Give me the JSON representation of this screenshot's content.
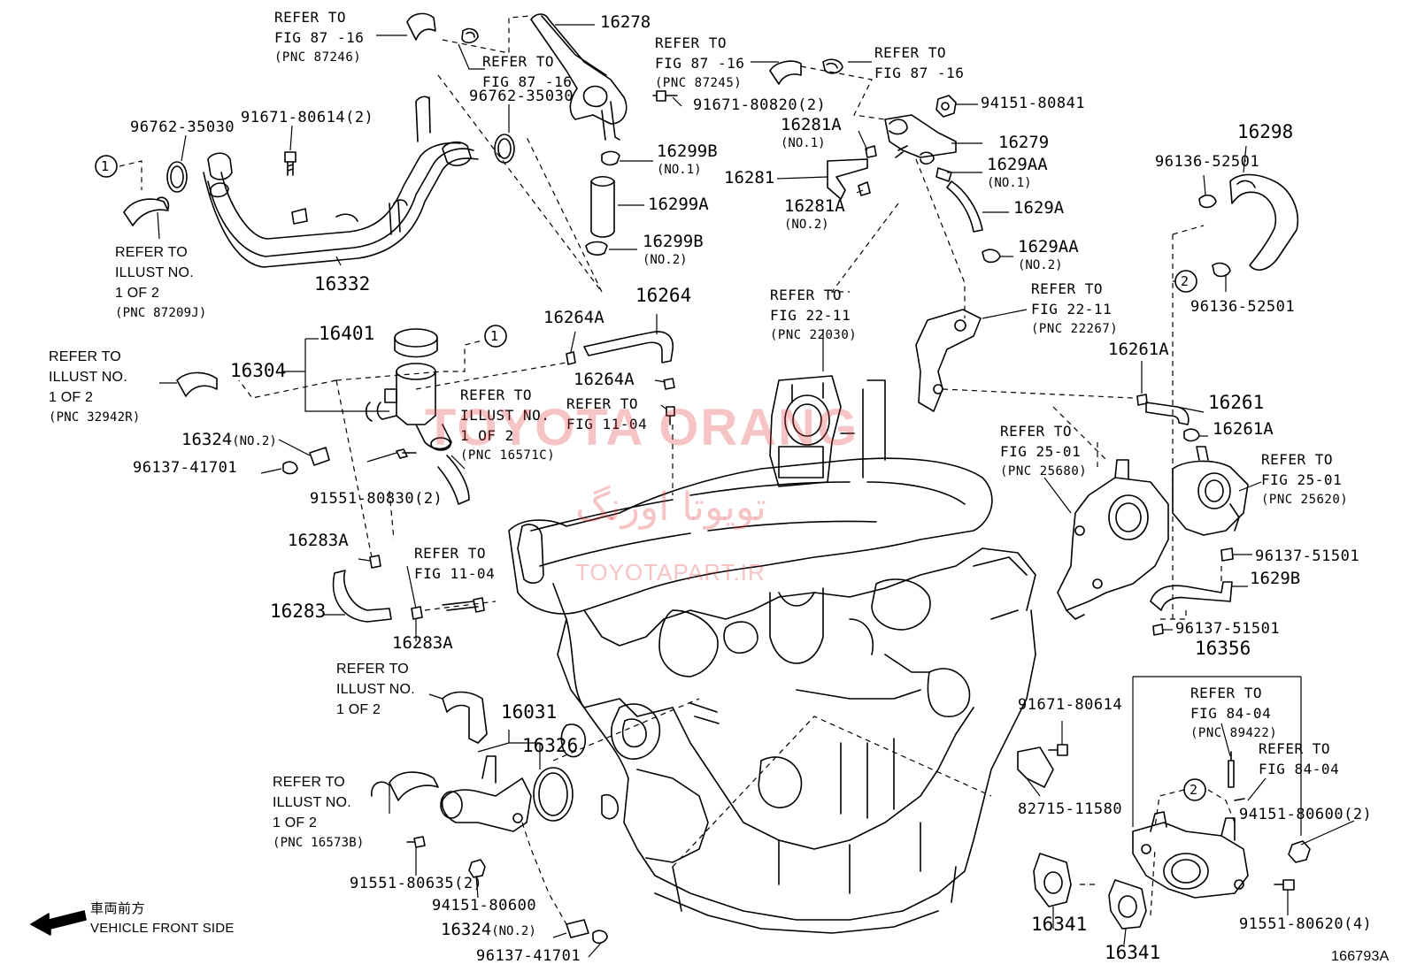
{
  "watermark": {
    "brand": "TOYOTA ORANG",
    "persian": "تویوتا اورنگ",
    "site": "TOYOTAPART.IR"
  },
  "labels": {
    "ref_87_16_pnc87246": [
      "REFER TO",
      "FIG 87 -16",
      "(PNC 87246)"
    ],
    "ref_87_16_a": [
      "REFER TO",
      "FIG 87 -16"
    ],
    "p16278": "16278",
    "p96762_35030_a": "96762-35030",
    "ref_87_16_pnc87245": [
      "REFER TO",
      "FIG 87 -16",
      "(PNC 87245)"
    ],
    "p91671_80820": "91671-80820(2)",
    "ref_87_16_b": [
      "REFER TO",
      "FIG 87 -16"
    ],
    "p94151_80841": "94151-80841",
    "p96762_35030_b": "96762-35030",
    "p91671_80614_2": "91671-80614(2)",
    "p16299B": "16299B",
    "p16299B_no": "(NO.1)",
    "p16299A": "16299A",
    "p16299B2": "16299B",
    "p16299B2_no": "(NO.2)",
    "p16281A_1": "16281A",
    "p16281A_1_no": "(NO.1)",
    "p16279": "16279",
    "p1629AA_1": "1629AA",
    "p1629AA_1_no": "(NO.1)",
    "p16281": "16281",
    "p16281A_2": "16281A",
    "p16281A_2_no": "(NO.2)",
    "p1629A": "1629A",
    "p1629AA_2": "1629AA",
    "p1629AA_2_no": "(NO.2)",
    "p16298": "16298",
    "p96136_52501_a": "96136-52501",
    "p96136_52501_b": "96136-52501",
    "circle_1": "1",
    "circle_2": "2",
    "p16332": "16332",
    "ref_illust_87209J": [
      "REFER TO",
      "ILLUST NO.",
      "1 OF 2",
      "(PNC 87209J)"
    ],
    "ref_22_11_a": [
      "REFER TO",
      "FIG 22-11",
      "(PNC 22030)"
    ],
    "ref_22_11_b": [
      "REFER TO",
      "FIG 22-11",
      "(PNC 22267)"
    ],
    "p16264": "16264",
    "p16264A_a": "16264A",
    "p16264A_b": "16264A",
    "ref_11_04_a": [
      "REFER TO",
      "FIG 11-04"
    ],
    "p16401": "16401",
    "p16304": "16304",
    "ref_illust_32942R": [
      "REFER TO",
      "ILLUST NO.",
      "1 OF 2",
      "(PNC 32942R)"
    ],
    "ref_illust_16571C": [
      "REFER TO",
      "ILLUST NO.",
      "1 OF 2",
      "(PNC 16571C)"
    ],
    "p16324_a": "16324",
    "p16324_a_no": "(NO.2)",
    "p96137_41701_a": "96137-41701",
    "p91551_80830": "91551-80830(2)",
    "p16261A_a": "16261A",
    "p16261": "16261",
    "p16261A_b": "16261A",
    "ref_25_01_a": [
      "REFER TO",
      "FIG 25-01",
      "(PNC 25680)"
    ],
    "ref_25_01_b": [
      "REFER TO",
      "FIG 25-01",
      "(PNC 25620)"
    ],
    "p96137_51501_a": "96137-51501",
    "p1629B": "1629B",
    "p96137_51501_b": "96137-51501",
    "p16283A_a": "16283A",
    "ref_11_04_b": [
      "REFER TO",
      "FIG 11-04"
    ],
    "p16283": "16283",
    "p16283A_b": "16283A",
    "p16356": "16356",
    "ref_84_04_a": [
      "REFER TO",
      "FIG 84-04",
      "(PNC 89422)"
    ],
    "ref_84_04_b": [
      "REFER TO",
      "FIG 84-04"
    ],
    "ref_illust_a": [
      "REFER TO",
      "ILLUST NO.",
      "1 OF 2"
    ],
    "p16031": "16031",
    "p16326": "16326",
    "p91671_80614": "91671-80614",
    "p82715_11580": "82715-11580",
    "ref_illust_16573B": [
      "REFER TO",
      "ILLUST NO.",
      "1 OF 2",
      "(PNC 16573B)"
    ],
    "p94151_80600_2": "94151-80600(2)",
    "p91551_80635": "91551-80635(2)",
    "p94151_80600": "94151-80600",
    "p16341_a": "16341",
    "p16341_b": "16341",
    "p91551_80620": "91551-80620(4)",
    "p16324_b": "16324",
    "p16324_b_no": "(NO.2)",
    "p96137_41701_b": "96137-41701",
    "front_jp": "車両前方",
    "front_en": "VEHICLE FRONT SIDE",
    "figure_id": "166793A"
  }
}
